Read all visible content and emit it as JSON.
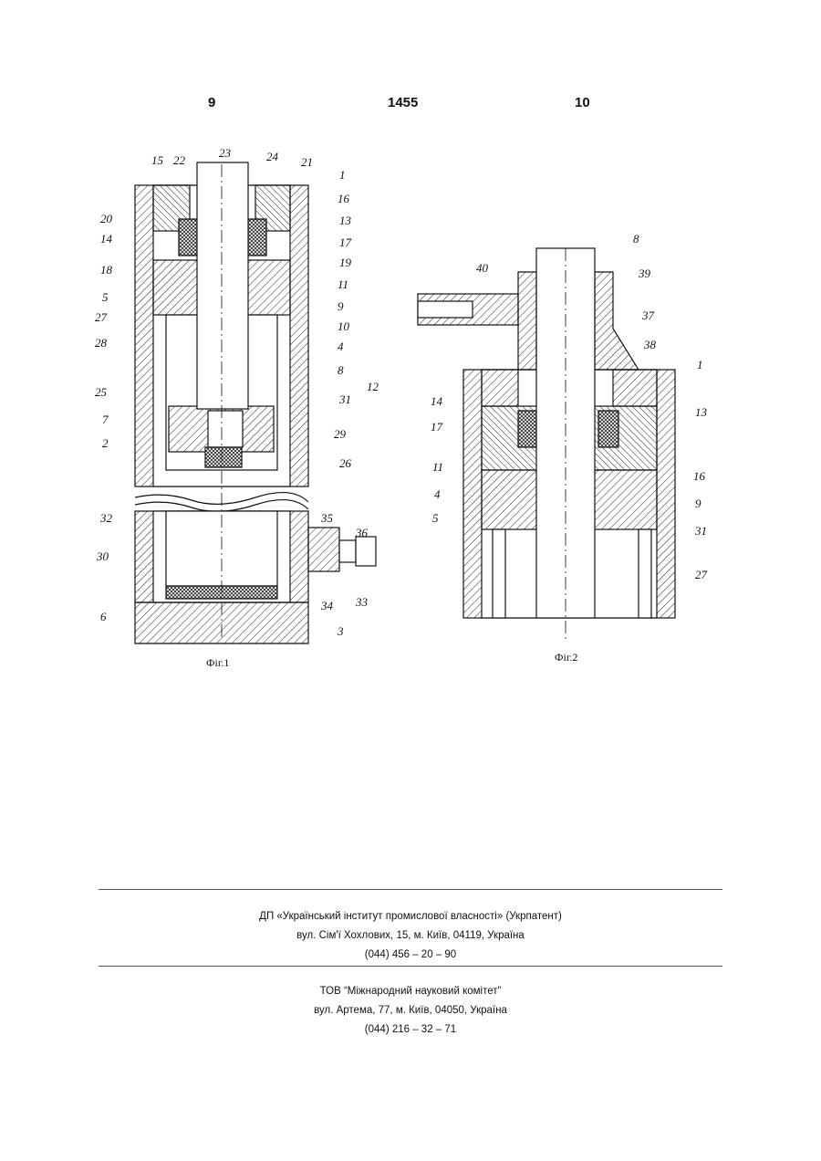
{
  "header": {
    "page_left": "9",
    "doc_number": "1455",
    "page_right": "10"
  },
  "figures": [
    {
      "caption": "Фіг.1",
      "labels": [
        "15",
        "22",
        "23",
        "24",
        "21",
        "1",
        "16",
        "13",
        "17",
        "19",
        "11",
        "9",
        "10",
        "4",
        "8",
        "12",
        "31",
        "29",
        "26",
        "35",
        "36",
        "33",
        "34",
        "3",
        "20",
        "14",
        "18",
        "5",
        "27",
        "28",
        "25",
        "7",
        "2",
        "32",
        "30",
        "6"
      ]
    },
    {
      "caption": "Фіг.2",
      "labels": [
        "8",
        "40",
        "39",
        "37",
        "38",
        "1",
        "13",
        "16",
        "9",
        "31",
        "27",
        "14",
        "17",
        "11",
        "4",
        "5"
      ]
    }
  ],
  "footer": {
    "org1": {
      "name": "ДП «Український інститут промислової власності» (Укрпатент)",
      "address": "вул. Сім'ї Хохлових, 15, м. Київ, 04119, Україна",
      "phone": "(044) 456 – 20 – 90"
    },
    "org2": {
      "name": "ТОВ “Міжнародний науковий комітет”",
      "address": "вул. Артема, 77, м. Київ, 04050, Україна",
      "phone": "(044) 216 – 32 – 71"
    }
  }
}
